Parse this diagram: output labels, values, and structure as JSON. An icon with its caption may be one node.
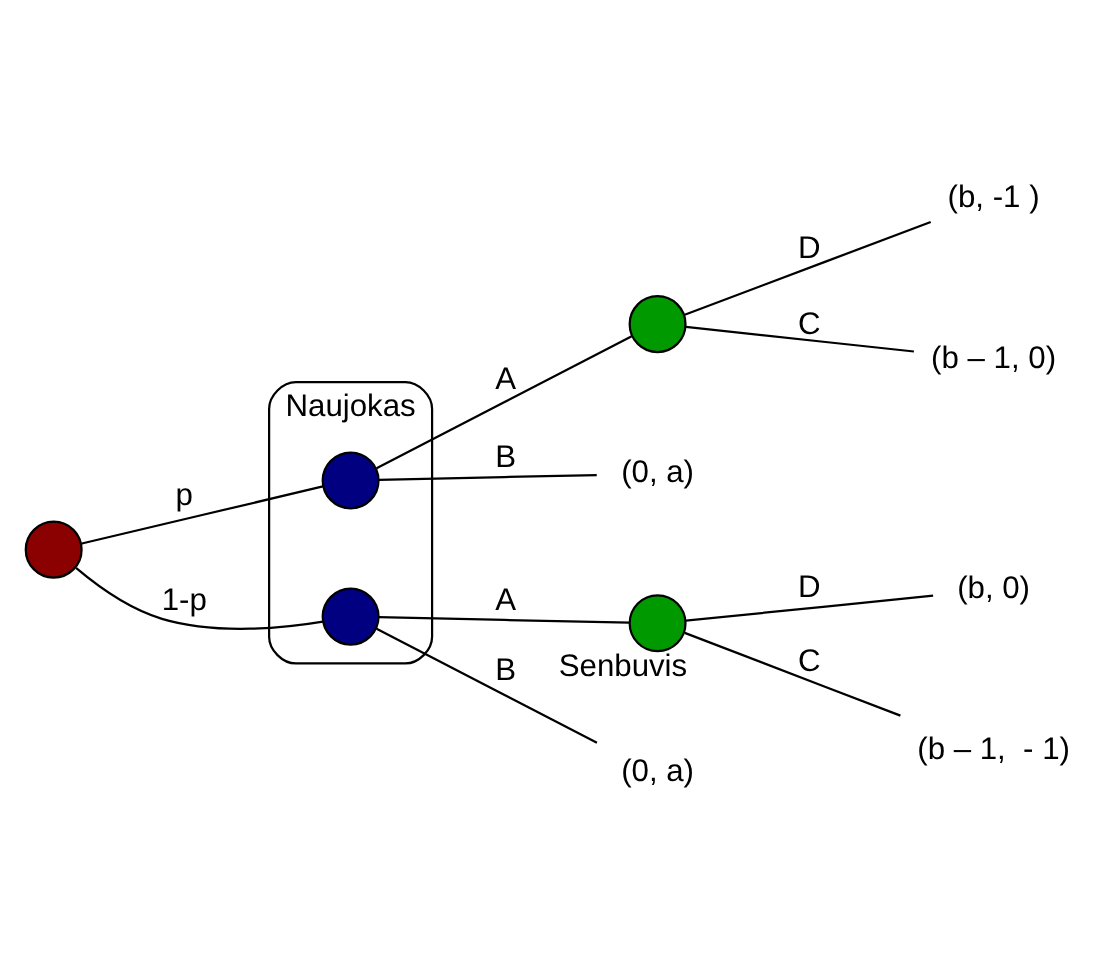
{
  "diagram": {
    "nodes": [
      {
        "text": [],
        "shape": "circle"
      },
      {
        "text": [
          "Naujokas"
        ]
      },
      {
        "text": [],
        "shape": "circle",
        "in": 1
      },
      {
        "text": [],
        "shape": "circle",
        "in": 1
      },
      {
        "text": [],
        "shape": "circle"
      },
      {
        "text": [],
        "shape": "circle",
        "beside": [
          "Senbuvis"
        ]
      },
      {
        "text": [
          "(0, a)"
        ]
      },
      {
        "text": [
          "(b, -1 )"
        ]
      },
      {
        "text": [
          "(b – 1, 0)"
        ]
      },
      {
        "text": [
          "(0, a)"
        ]
      },
      {
        "text": [
          "(b, 0)"
        ]
      },
      {
        "text": [
          "(b – 1,  - 1)"
        ]
      }
    ],
    "edges": [
      {
        "from": 0,
        "to": 2,
        "arrow": "none",
        "label": "p"
      },
      {
        "from": 0,
        "to": 3,
        "arrow": "none",
        "label": "1-p"
      },
      {
        "from": 2,
        "to": 6,
        "arrow": "none",
        "label": "B"
      },
      {
        "from": 2,
        "to": 4,
        "arrow": "none",
        "label": "A"
      },
      {
        "from": 4,
        "to": 7,
        "arrow": "none",
        "label": "D"
      },
      {
        "from": 4,
        "to": 8,
        "arrow": "none",
        "label": "C"
      },
      {
        "from": 3,
        "to": 9,
        "arrow": "none",
        "label": "B"
      },
      {
        "from": 3,
        "to": 5,
        "arrow": "none",
        "label": "A"
      },
      {
        "from": 5,
        "to": 10,
        "arrow": "none",
        "label": "D"
      },
      {
        "from": 5,
        "to": 11,
        "arrow": "none",
        "label": "C"
      }
    ]
  }
}
